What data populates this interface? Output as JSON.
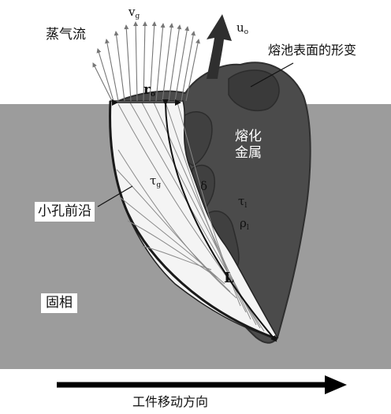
{
  "labels": {
    "vapor_flow": "蒸气流",
    "vg": "v",
    "vg_sub": "g",
    "uo": "u",
    "uo_sub": "o",
    "pool_surface_deformation": "熔池表面的形变",
    "r0": "r",
    "r0_sub": "o",
    "molten_metal_line1": "熔化",
    "molten_metal_line2": "金属",
    "tau_g": "τ",
    "tau_g_sub": "g",
    "delta": "δ",
    "tau_l": "τ",
    "tau_l_sub": "l",
    "rho_l": "ρ",
    "rho_l_sub": "l",
    "keyhole_front": "小孔前沿",
    "L": "L",
    "solid_phase": "固相",
    "work_direction": "工件移动方向"
  },
  "colors": {
    "solid": "#9c9c9c",
    "molten": "#4b4b4b",
    "keyhole": "#f4f4f4",
    "text": "#111111"
  }
}
